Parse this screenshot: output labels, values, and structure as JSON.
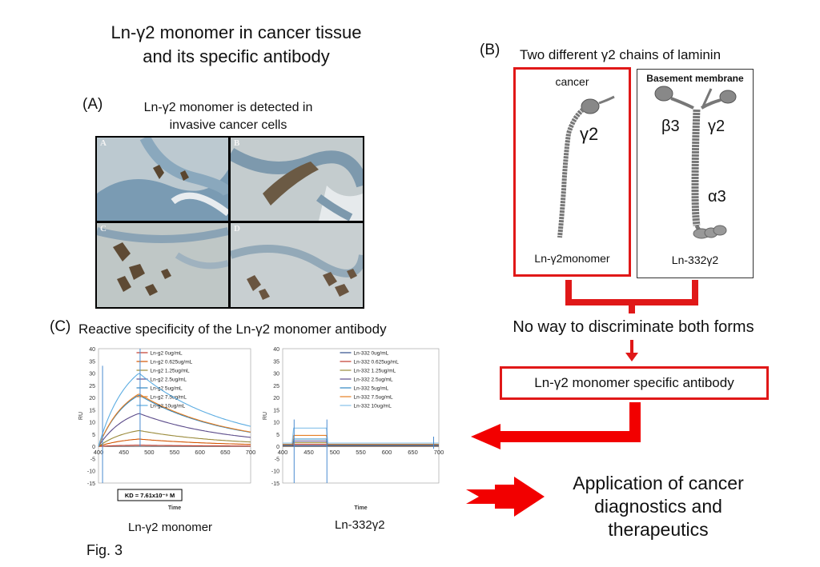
{
  "title": {
    "line1": "Ln-γ2 monomer in cancer tissue",
    "line2": "and its specific antibody"
  },
  "panel_a": {
    "tag": "(A)",
    "heading_line1": "Ln-γ2 monomer is detected in",
    "heading_line2": "invasive cancer cells",
    "micrograph_labels": [
      "A",
      "B",
      "C",
      "D"
    ]
  },
  "panel_b": {
    "tag": "(B)",
    "heading": "Two different γ2 chains of laminin",
    "left": {
      "top_label": "cancer",
      "chain_label": "γ2",
      "bottom_label": "Ln-γ2monomer"
    },
    "right": {
      "top_label": "Basement membrane",
      "chain_beta": "β3",
      "chain_gamma": "γ2",
      "chain_alpha": "α3",
      "bottom_label": "Ln-332γ2"
    },
    "statement": "No way to discriminate both forms",
    "antibody_box": "Ln-γ2 monomer specific antibody",
    "application_line1": "Application of cancer",
    "application_line2": "diagnostics and",
    "application_line3": "therapeutics",
    "colors": {
      "accent_red": "#e01818",
      "arrow_red": "#f20000"
    }
  },
  "panel_c": {
    "tag": "(C)",
    "heading": "Reactive specificity of the Ln-γ2 monomer antibody",
    "caption_left": "Ln-γ2 monomer",
    "caption_right": "Ln-332γ2"
  },
  "figure_label": "Fig. 3",
  "chart_data": [
    {
      "type": "line",
      "xlabel": "Time",
      "ylabel": "RU",
      "xlim": [
        400,
        700
      ],
      "ylim": [
        -15,
        40
      ],
      "x_ticks": [
        400,
        450,
        500,
        550,
        600,
        650,
        700
      ],
      "y_ticks": [
        40,
        35,
        30,
        25,
        20,
        15,
        10,
        5,
        0,
        -5,
        -10,
        -15
      ],
      "annotation": "KD = 7.61x10⁻⁹ M",
      "legend_position": "top-right",
      "series": [
        {
          "name": "Ln-g2 0ug/mL",
          "color": "#c0392b",
          "peak": 0.5
        },
        {
          "name": "Ln-g2 0.625ug/mL",
          "color": "#d35400",
          "peak": 3
        },
        {
          "name": "Ln-g2 1.25ug/mL",
          "color": "#9a8a3a",
          "peak": 6.5
        },
        {
          "name": "Ln-g2 2.5ug/mL",
          "color": "#5b4b8a",
          "peak": 13.5
        },
        {
          "name": "Ln-g2 5ug/mL",
          "color": "#2e86c1",
          "peak": 21
        },
        {
          "name": "Ln-g2 7.5ug/mL",
          "color": "#e67e22",
          "peak": 21.5
        },
        {
          "name": "Ln-g2 10ug/mL",
          "color": "#5dade2",
          "peak": 30
        }
      ]
    },
    {
      "type": "line",
      "xlabel": "Time",
      "ylabel": "RU",
      "xlim": [
        400,
        700
      ],
      "ylim": [
        -15,
        40
      ],
      "x_ticks": [
        400,
        450,
        500,
        550,
        600,
        650,
        700
      ],
      "y_ticks": [
        40,
        35,
        30,
        25,
        20,
        15,
        10,
        5,
        0,
        -5,
        -10,
        -15
      ],
      "legend_position": "top-right",
      "series": [
        {
          "name": "Ln-332 0ug/mL",
          "color": "#2e4c8a",
          "plateau": 0.3
        },
        {
          "name": "Ln-332 0.625ug/mL",
          "color": "#c0392b",
          "plateau": 0.8
        },
        {
          "name": "Ln-332 1.25ug/mL",
          "color": "#9a8a3a",
          "plateau": 1.5
        },
        {
          "name": "Ln-332 2.5ug/mL",
          "color": "#5b4b8a",
          "plateau": 2.2
        },
        {
          "name": "Ln-332 5ug/mL",
          "color": "#2e86c1",
          "plateau": 3.0
        },
        {
          "name": "Ln-332 7.5ug/mL",
          "color": "#e67e22",
          "plateau": 4.5
        },
        {
          "name": "Ln-332 10ug/mL",
          "color": "#85c1e9",
          "plateau": 7.5
        }
      ]
    }
  ]
}
